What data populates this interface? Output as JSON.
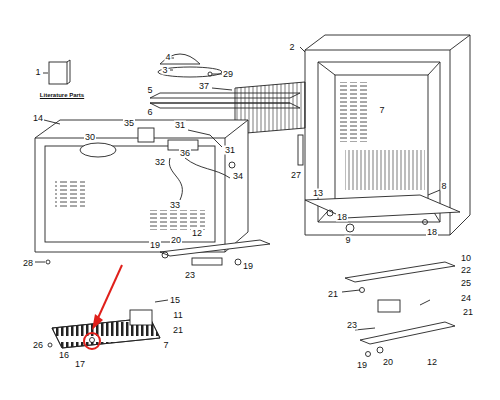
{
  "diagram": {
    "labels": [
      "1",
      "Literature Parts",
      "4",
      "3",
      "29",
      "2",
      "5",
      "6",
      "37",
      "7",
      "14",
      "35",
      "31",
      "31",
      "30",
      "36",
      "32",
      "33",
      "34",
      "27",
      "8",
      "13",
      "18",
      "18",
      "9",
      "19",
      "20",
      "12",
      "23",
      "19",
      "28",
      "10",
      "22",
      "21",
      "25",
      "24",
      "21",
      "23",
      "12",
      "19",
      "20",
      "15",
      "11",
      "21",
      "26",
      "16",
      "17",
      "7"
    ]
  }
}
